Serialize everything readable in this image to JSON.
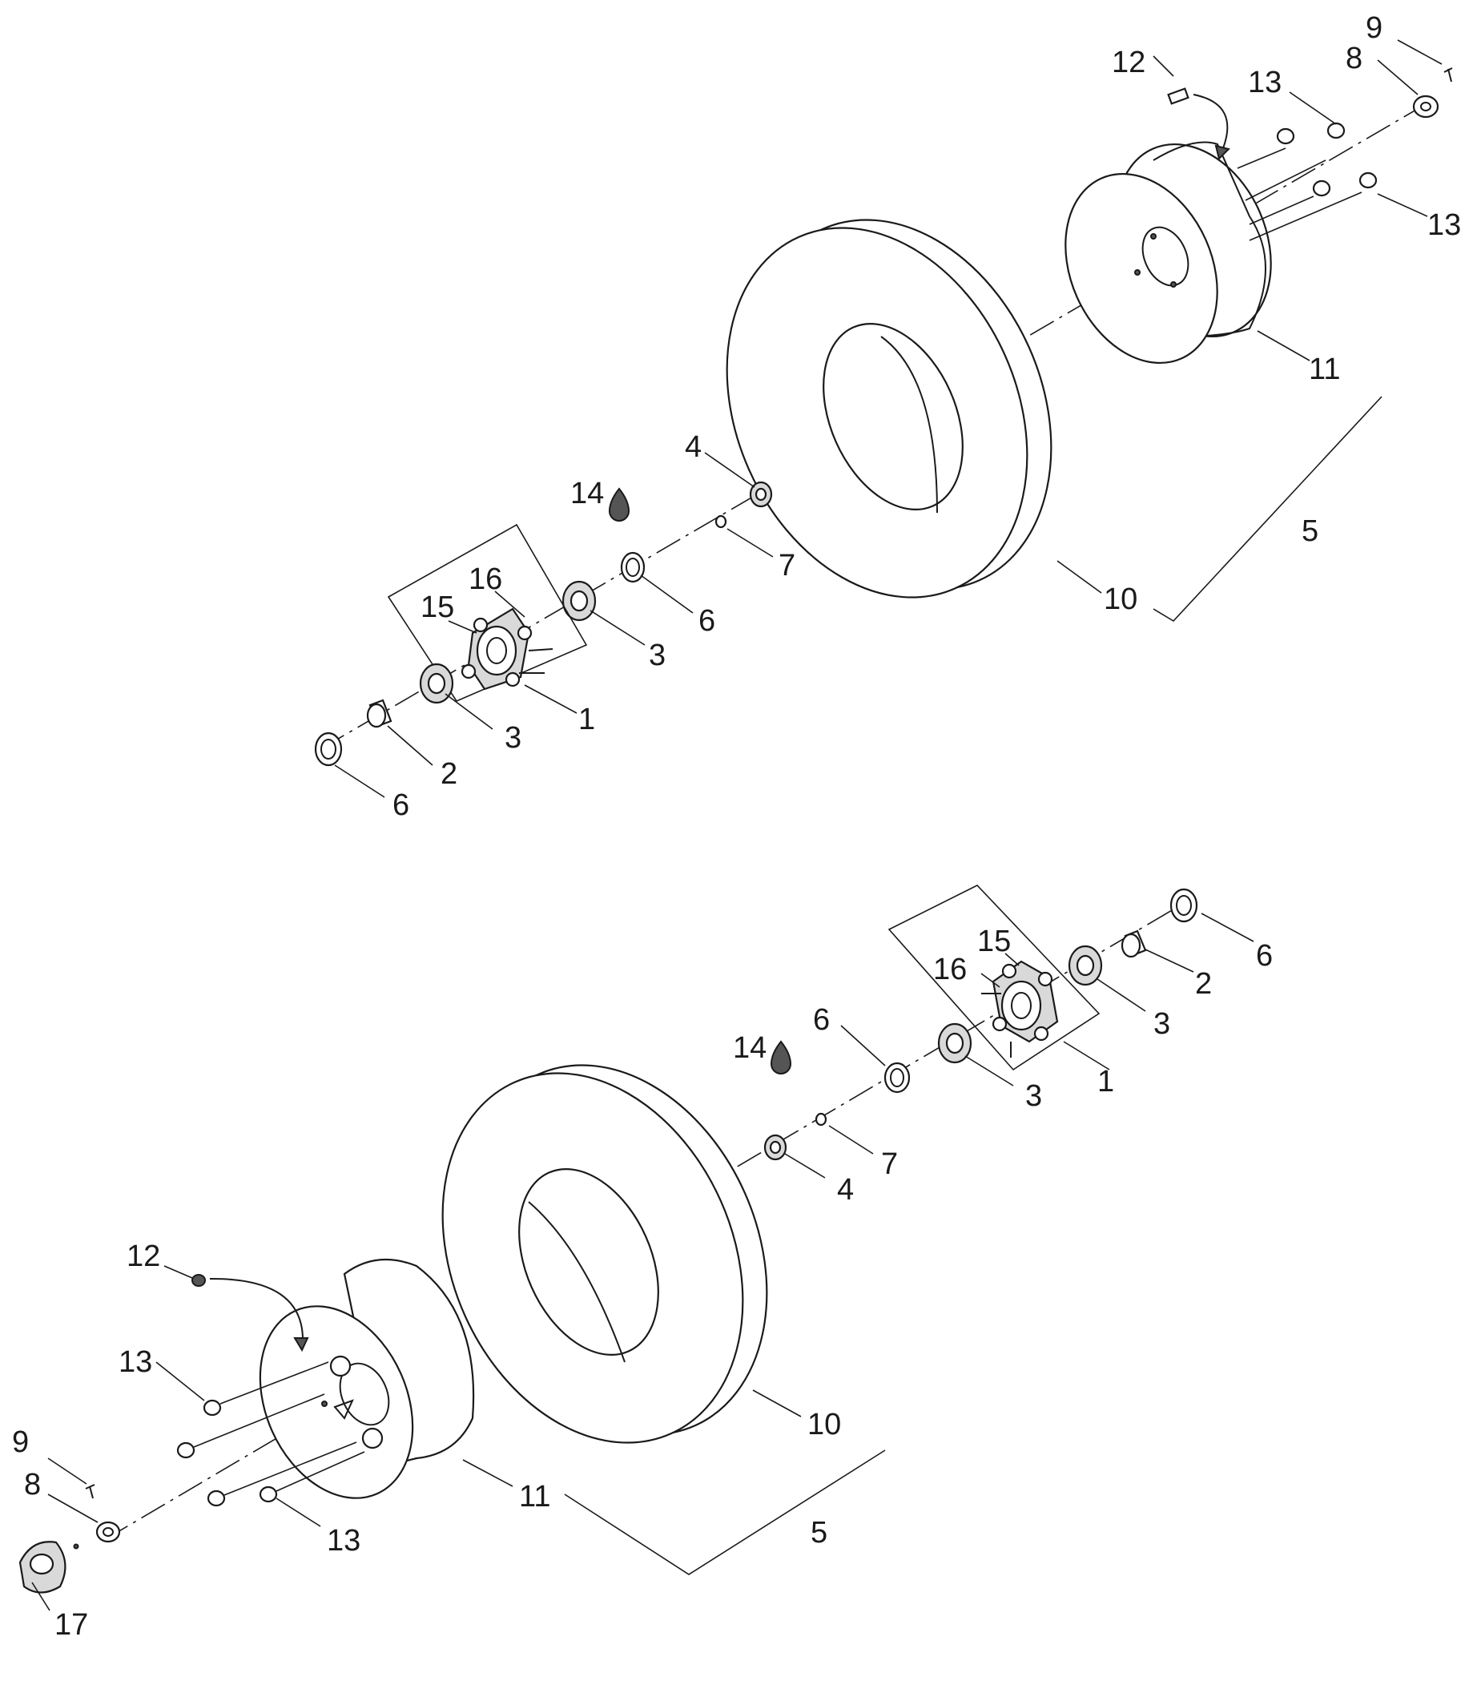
{
  "callouts": {
    "top": {
      "c1": "1",
      "c2": "2",
      "c3a": "3",
      "c3b": "3",
      "c4": "4",
      "c5": "5",
      "c6a": "6",
      "c6b": "6",
      "c7": "7",
      "c8": "8",
      "c9": "9",
      "c10": "10",
      "c11": "11",
      "c12": "12",
      "c13a": "13",
      "c13b": "13",
      "c14": "14",
      "c15": "15",
      "c16": "16"
    },
    "bottom": {
      "c1": "1",
      "c2": "2",
      "c3a": "3",
      "c3b": "3",
      "c4": "4",
      "c5": "5",
      "c6a": "6",
      "c6b": "6",
      "c7": "7",
      "c8": "8",
      "c9": "9",
      "c10": "10",
      "c11": "11",
      "c12": "12",
      "c13a": "13",
      "c13b": "13",
      "c14": "14",
      "c15": "15",
      "c16": "16",
      "c17": "17"
    }
  },
  "icons": {
    "grease": "grease-drop-icon"
  },
  "colors": {
    "line": "#1a1a1a",
    "background": "#ffffff"
  }
}
